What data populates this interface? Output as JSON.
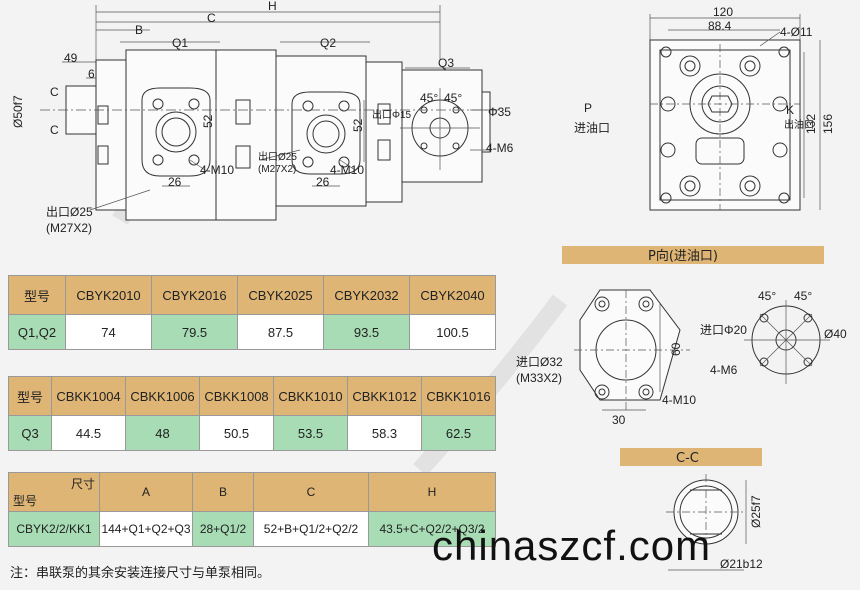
{
  "drawing": {
    "top_dims": {
      "H": "H",
      "C": "C",
      "B": "B",
      "Q1": "Q1",
      "Q2": "Q2",
      "Q3": "Q3",
      "d49": "49",
      "d6": "6",
      "shaft": "Ø50f7",
      "secC": "C",
      "d52a": "52",
      "d52b": "52",
      "d26a": "26",
      "d26b": "26",
      "m10a": "4-M10",
      "m10b": "4-M10",
      "a45a": "45°",
      "a45b": "45°",
      "phi35": "Φ35",
      "m6": "4-M6",
      "outlet15": "出口Φ15",
      "outlet25a": "出口Ø25",
      "outlet25a_t": "(M27X2)",
      "outlet25b": "出口Ø25",
      "outlet25b_t": "(M27X2)"
    },
    "front": {
      "d120": "120",
      "d88": "88.4",
      "hole": "4-Ø11",
      "d132": "132",
      "d156": "156",
      "P": "P",
      "P_label": "进油口",
      "K": "K",
      "K_label": "出油口"
    },
    "p_view": {
      "title": "P向(进油口)",
      "inlet": "进口Ø32",
      "inlet_t": "(M33X2)",
      "d60": "60",
      "d30": "30",
      "m10": "4-M10",
      "a45a": "45°",
      "a45b": "45°",
      "inlet20": "进口Φ20",
      "phi40": "Ø40",
      "m6": "4-M6"
    },
    "cc": {
      "title": "C-C",
      "d25": "Ø25f7",
      "spline": "Ø21b12"
    }
  },
  "table1": {
    "header": [
      "型号",
      "CBYK2010",
      "CBYK2016",
      "CBYK2025",
      "CBYK2032",
      "CBYK2040"
    ],
    "row": [
      "Q1,Q2",
      "74",
      "79.5",
      "87.5",
      "93.5",
      "100.5"
    ]
  },
  "table2": {
    "header": [
      "型号",
      "CBKK1004",
      "CBKK1006",
      "CBKK1008",
      "CBKK1010",
      "CBKK1012",
      "CBKK1016"
    ],
    "row": [
      "Q3",
      "44.5",
      "48",
      "50.5",
      "53.5",
      "58.3",
      "62.5"
    ]
  },
  "table3": {
    "corner_top": "尺寸",
    "corner_bottom": "型号",
    "header": [
      "A",
      "B",
      "C",
      "H"
    ],
    "row": [
      "CBYK2/2/KK1",
      "144+Q1+Q2+Q3",
      "28+Q1/2",
      "52+B+Q1/2+Q2/2",
      "43.5+C+Q2/2+Q3/2"
    ]
  },
  "note": "注：串联泵的其余安装连接尺寸与单泵相同。",
  "watermark": "chinaszcf.com"
}
